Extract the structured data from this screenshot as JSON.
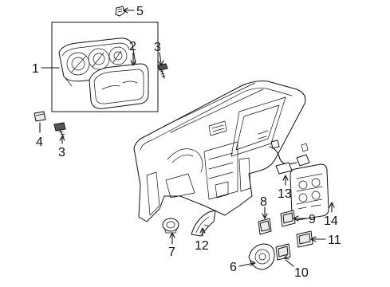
{
  "diagram": {
    "callouts": [
      {
        "id": "c1",
        "label": "1"
      },
      {
        "id": "c2",
        "label": "2"
      },
      {
        "id": "c3a",
        "label": "3"
      },
      {
        "id": "c3b",
        "label": "3"
      },
      {
        "id": "c4",
        "label": "4"
      },
      {
        "id": "c5",
        "label": "5"
      },
      {
        "id": "c6",
        "label": "6"
      },
      {
        "id": "c7",
        "label": "7"
      },
      {
        "id": "c8",
        "label": "8"
      },
      {
        "id": "c9",
        "label": "9"
      },
      {
        "id": "c10",
        "label": "10"
      },
      {
        "id": "c11",
        "label": "11"
      },
      {
        "id": "c12",
        "label": "12"
      },
      {
        "id": "c13",
        "label": "13"
      },
      {
        "id": "c14",
        "label": "14"
      }
    ]
  }
}
